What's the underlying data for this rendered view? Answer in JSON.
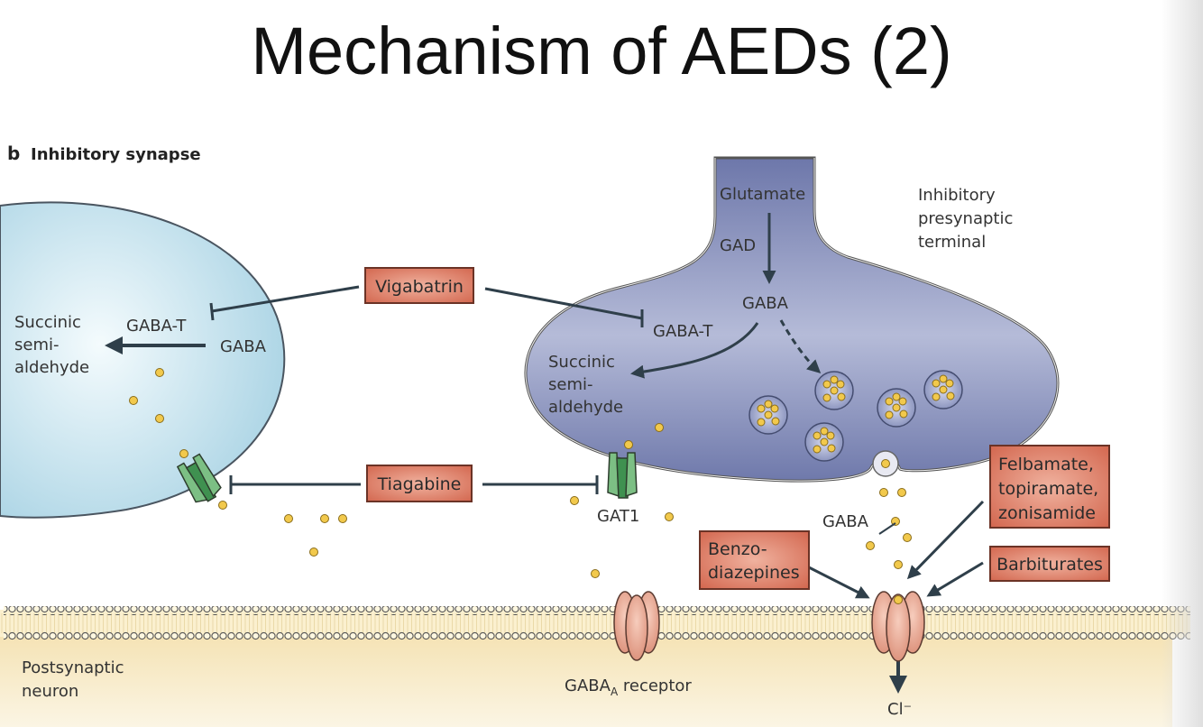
{
  "title": "Mechanism of AEDs (2)",
  "panel": {
    "letter": "b",
    "label": "Inhibitory synapse"
  },
  "left_cell": {
    "labels": {
      "succinic": [
        "Succinic",
        "semi-",
        "aldehyde"
      ],
      "enzyme": "GABA-T",
      "substrate": "GABA"
    }
  },
  "presynaptic_terminal": {
    "name": [
      "Inhibitory",
      "presynaptic",
      "terminal"
    ],
    "glutamate": "Glutamate",
    "gad": "GAD",
    "gaba": "GABA",
    "enzyme": "GABA-T",
    "succinic": [
      "Succinic",
      "semi-",
      "aldehyde"
    ]
  },
  "transporter": {
    "label": "GAT1"
  },
  "synaptic_cleft": {
    "gaba_label": "GABA"
  },
  "drugs": {
    "vigabatrin": "Vigabatrin",
    "tiagabine": "Tiagabine",
    "felbamate": [
      "Felbamate,",
      "topiramate,",
      "zonisamide"
    ],
    "benzodiazepines": [
      "Benzo-",
      "diazepines"
    ],
    "barbiturates": "Barbiturates"
  },
  "postsynaptic": {
    "name": [
      "Postsynaptic",
      "neuron"
    ],
    "receptor_label": "GABA",
    "receptor_subscript": "A",
    "receptor_suffix": " receptor",
    "ion": "Cl⁻"
  },
  "colors": {
    "drug_box": "#d9735c",
    "drug_border": "#7a3a2c",
    "left_cell": "#bfe0ec",
    "presynaptic": "#7d87b5",
    "vesicle_dot": "#f2c94c",
    "transporter": "#4f9a5c",
    "receptor": "#e59c85",
    "membrane_fill": "#f7e8c0",
    "arrow": "#2f3f4a"
  }
}
